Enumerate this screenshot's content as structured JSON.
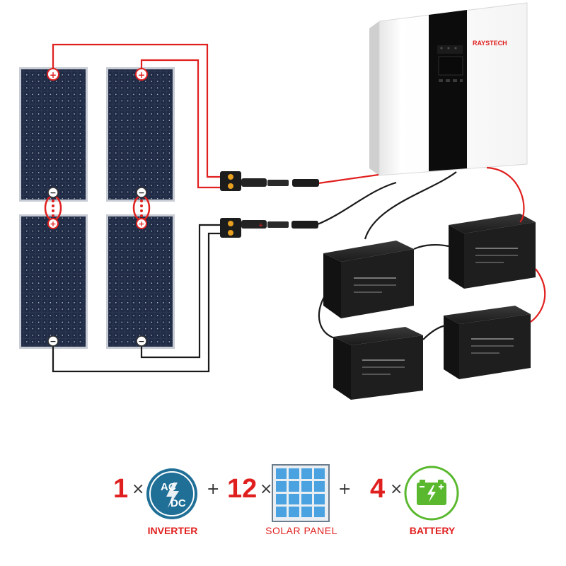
{
  "inverter": {
    "brand": "RAYSTECH"
  },
  "panel_labels": {
    "plus": "+",
    "minus": "−"
  },
  "legend": {
    "items": [
      {
        "count": "1",
        "times": "×",
        "label": "INVERTER"
      },
      {
        "count": "12",
        "times": "×",
        "label": "SOLAR PANEL"
      },
      {
        "count": "4",
        "times": "×",
        "label": "BATTERY"
      }
    ],
    "plus": "+",
    "ac_text": "AC",
    "dc_text": "DC"
  },
  "colors": {
    "positive_wire": "#e0201f",
    "negative_wire": "#1a1a1a",
    "label_red": "#e0201f",
    "icon_teal": "#1f6f97",
    "panel_blue": "#4aa3e0",
    "battery_green": "#59b82d"
  }
}
